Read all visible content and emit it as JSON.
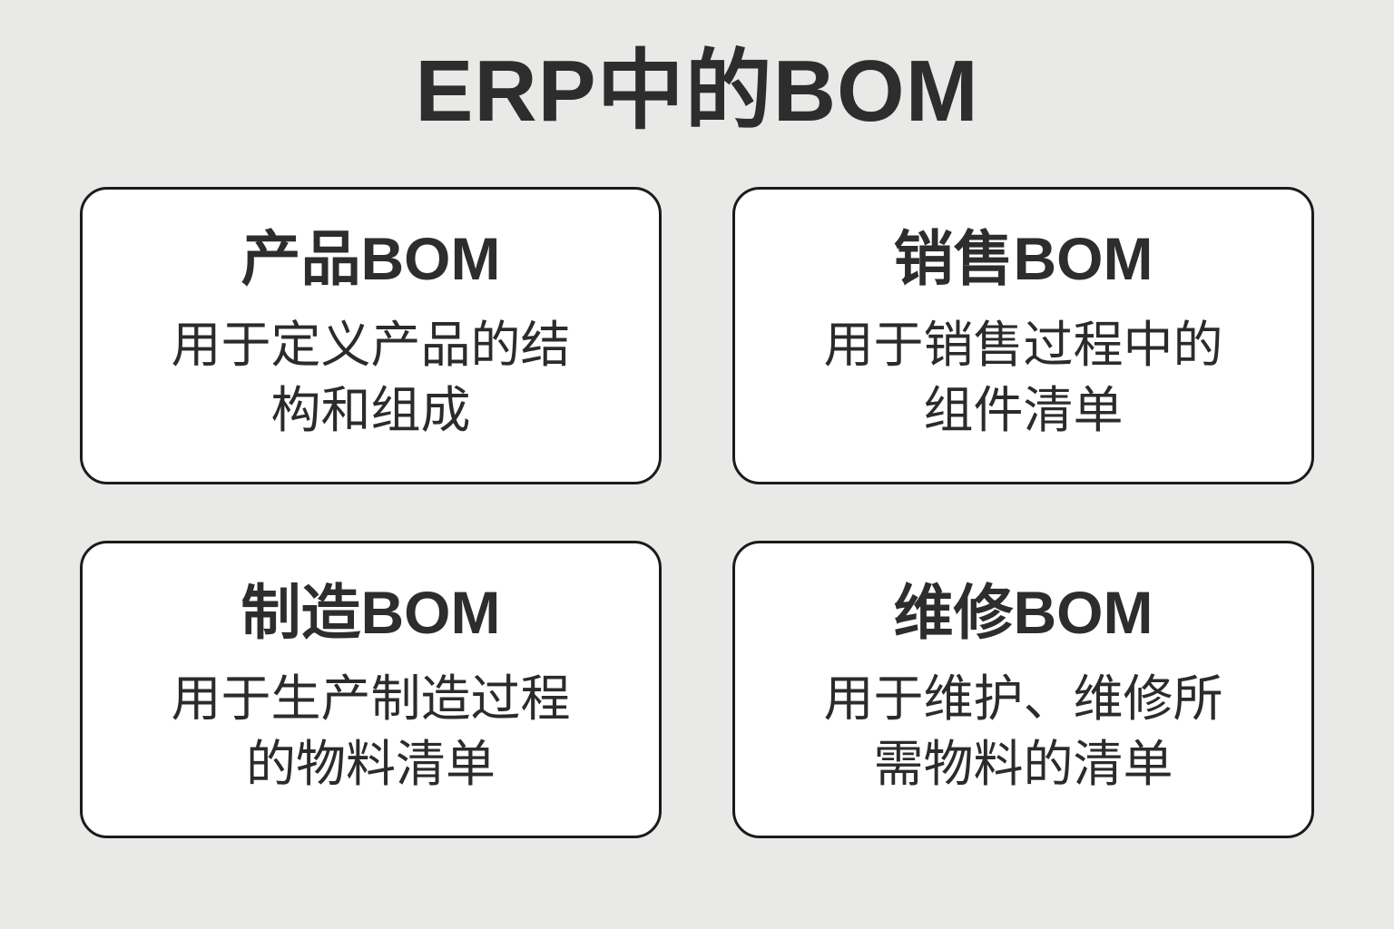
{
  "page": {
    "title": "ERP中的BOM"
  },
  "theme": {
    "background_color": "#e9e9e8",
    "card_background": "#ffffff",
    "border_color": "#1b1b1b",
    "title_color": "#2d2d2d",
    "text_color": "#2b2b2b"
  },
  "cards": [
    {
      "title": "产品BOM",
      "description": "用于定义产品的结构和组成"
    },
    {
      "title": "销售BOM",
      "description": "用于销售过程中的组件清单"
    },
    {
      "title": "制造BOM",
      "description": "用于生产制造过程的物料清单"
    },
    {
      "title": "维修BOM",
      "description": "用于维护、维修所需物料的清单"
    }
  ]
}
